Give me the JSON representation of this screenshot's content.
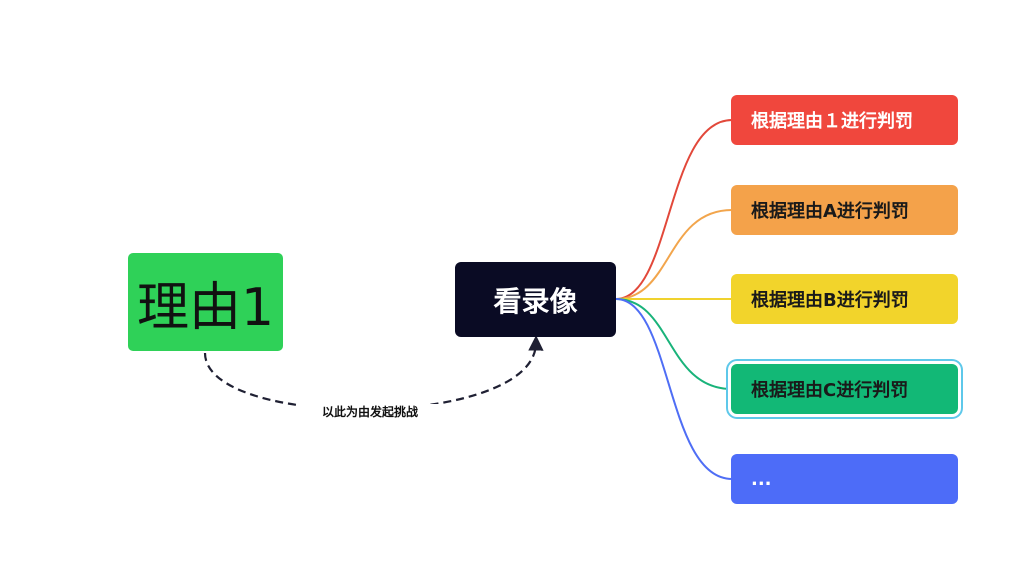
{
  "root": {
    "label": "理由1",
    "color": "#2fd158"
  },
  "center": {
    "label": "看录像",
    "color": "#0a0b24"
  },
  "relation": {
    "label": "以此为由发起挑战"
  },
  "branches": [
    {
      "label": "根据理由１进行判罚",
      "color": "#f0473d"
    },
    {
      "label": "根据理由A进行判罚",
      "color": "#f4a24a"
    },
    {
      "label": "根据理由B进行判罚",
      "color": "#f2d42b"
    },
    {
      "label": "根据理由C进行判罚",
      "color": "#12b876",
      "selected": true
    },
    {
      "label": "...",
      "color": "#4d6cf8"
    }
  ],
  "connector_colors": [
    "#e2483a",
    "#f2a54c",
    "#f0d22e",
    "#19b37a",
    "#4f6ef5"
  ]
}
